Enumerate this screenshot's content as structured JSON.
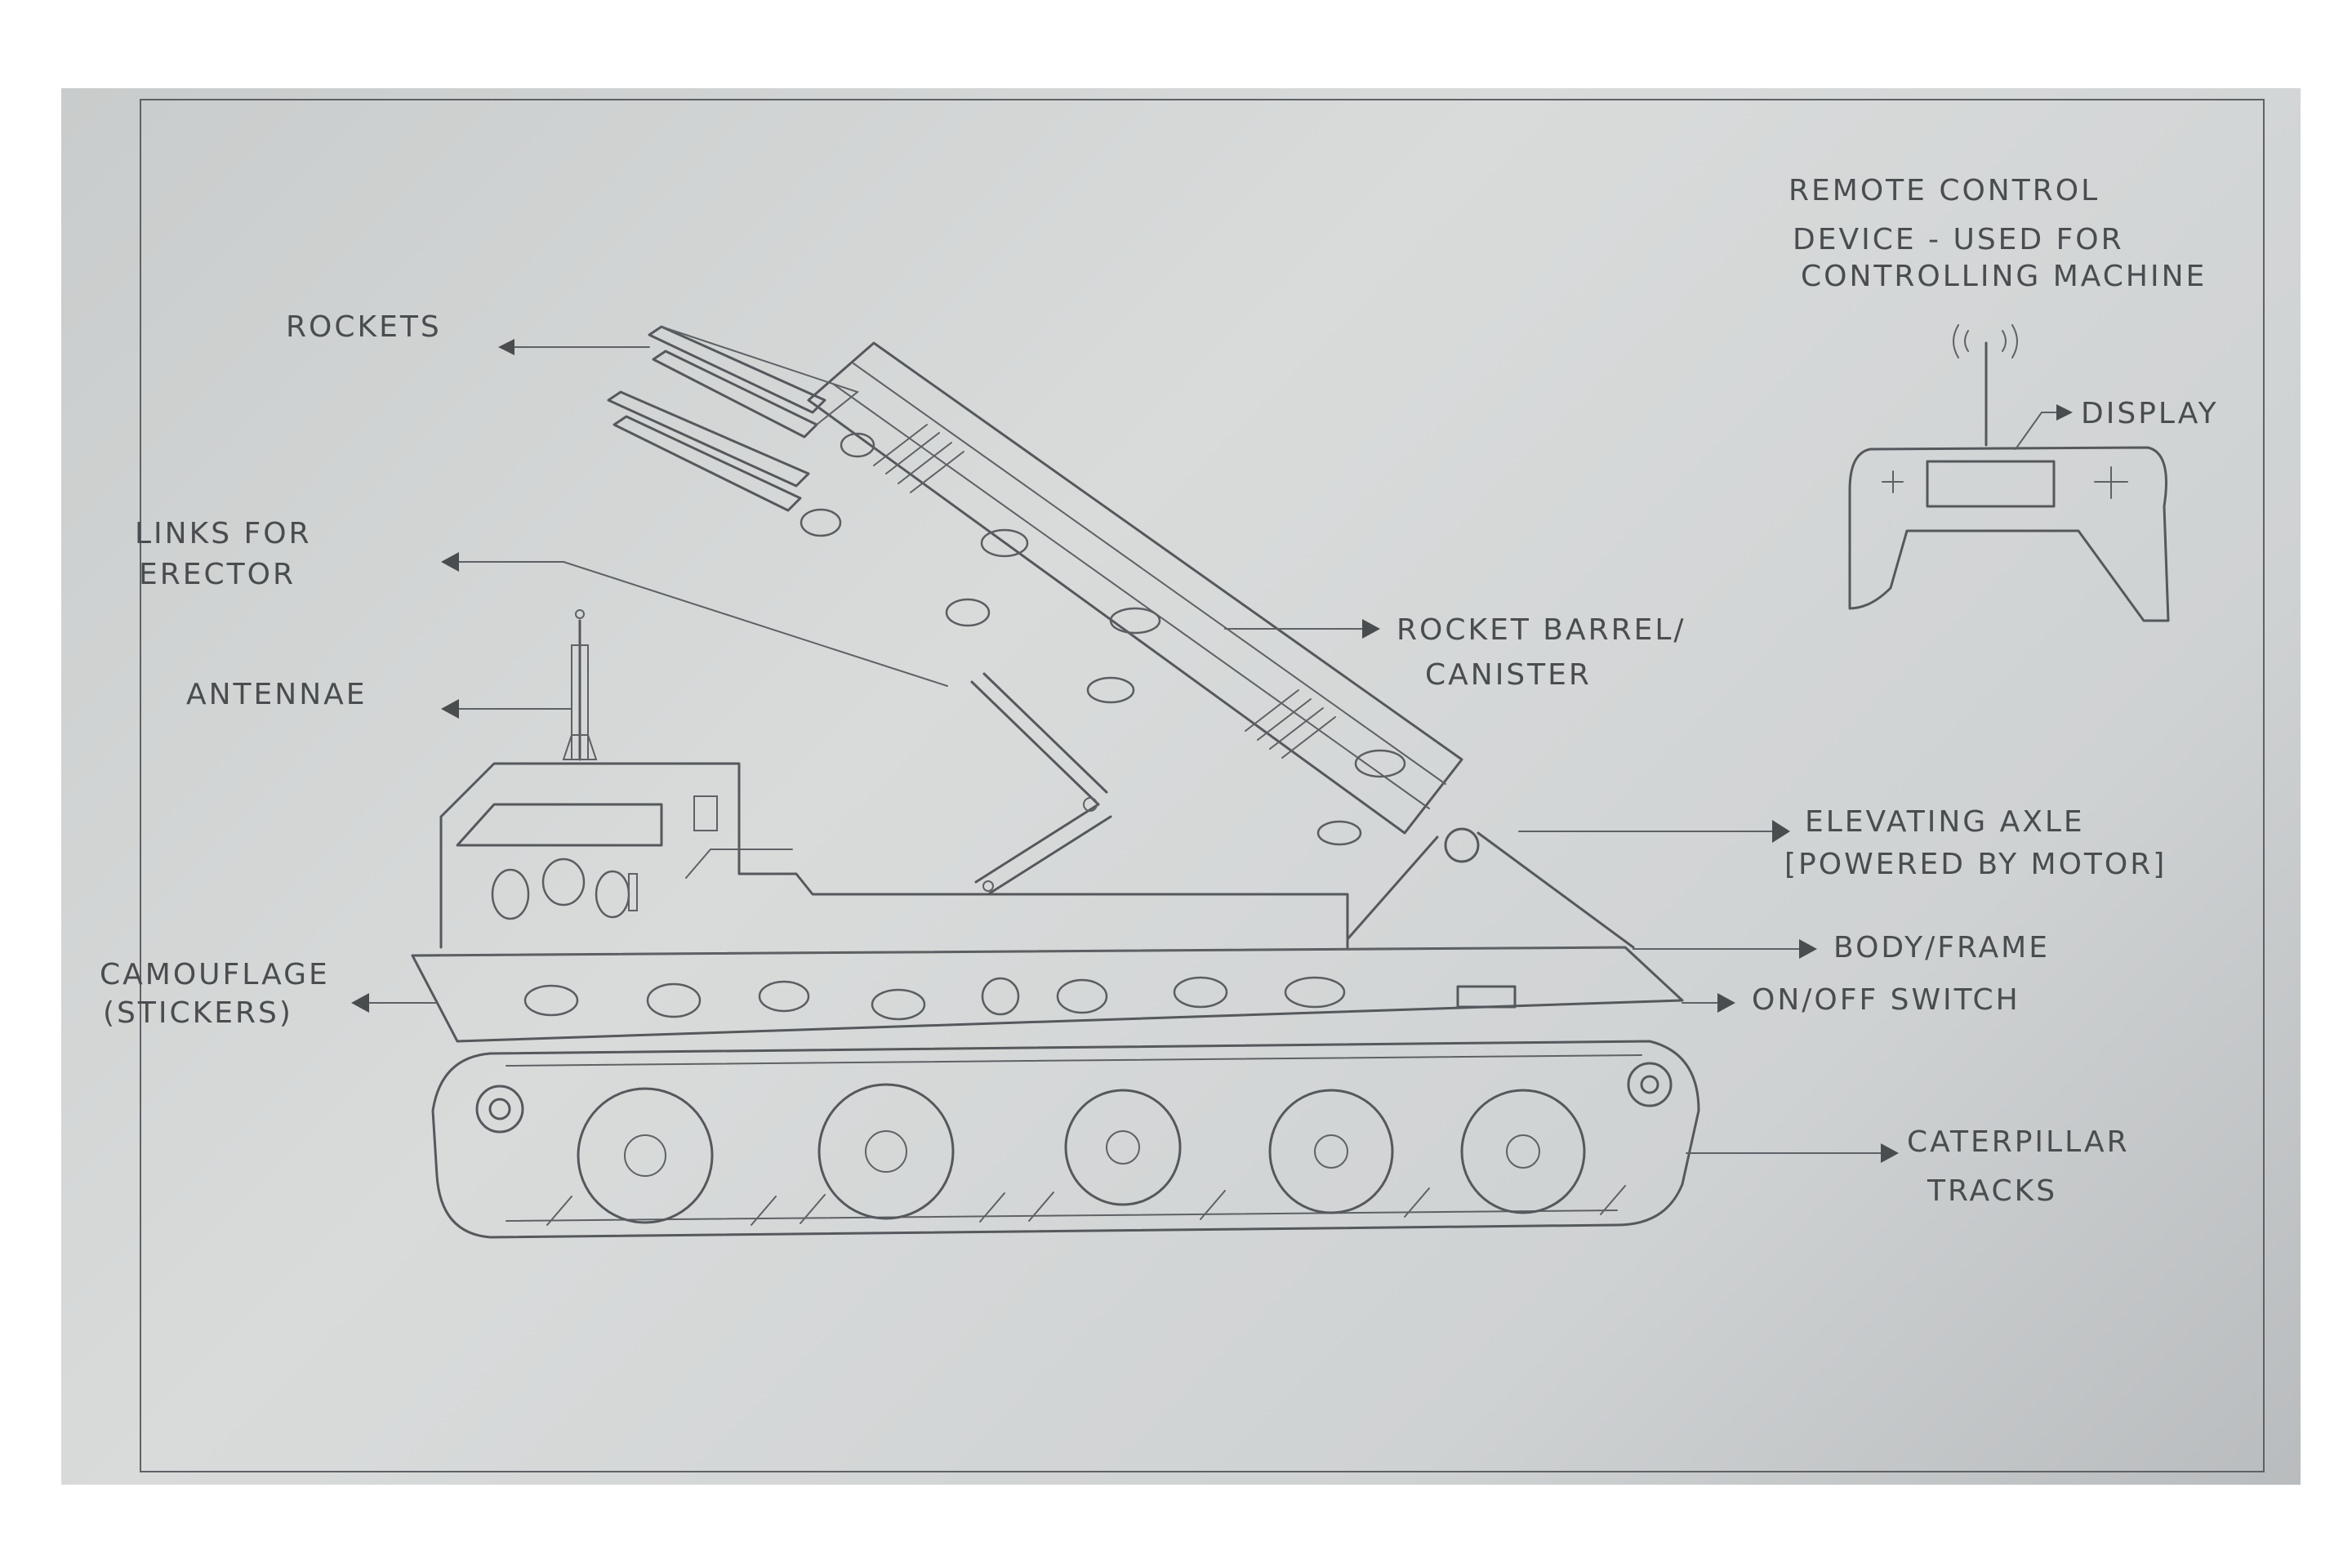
{
  "labels": {
    "rockets": "ROCKETS",
    "links_line1": "LINKS FOR",
    "links_line2": "ERECTOR",
    "antennae": "ANTENNAE",
    "camouflage_line1": "CAMOUFLAGE",
    "camouflage_line2": "(STICKERS)",
    "remote_line1": "REMOTE CONTROL",
    "remote_line2": "DEVICE - USED FOR",
    "remote_line3": "CONTROLLING MACHINE",
    "display": "DISPLAY",
    "rocket_barrel_line1": "ROCKET BARREL/",
    "rocket_barrel_line2": "CANISTER",
    "elevating_line1": "ELEVATING AXLE",
    "elevating_line2": "[POWERED BY MOTOR]",
    "body_frame": "BODY/FRAME",
    "on_off": "ON/OFF SWITCH",
    "caterpillar_line1": "CATERPILLAR",
    "caterpillar_line2": "TRACKS"
  },
  "colors": {
    "paper": "#d4d6d7",
    "pencil": "#4a4d50"
  }
}
